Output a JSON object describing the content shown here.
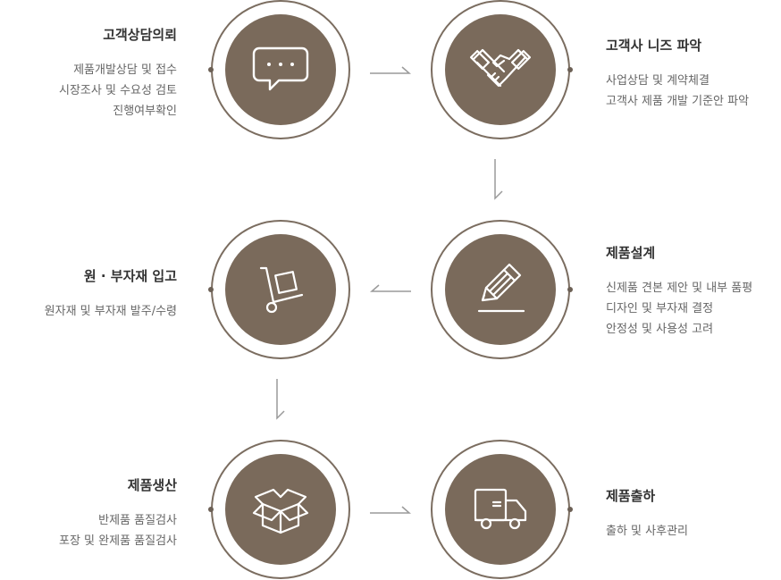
{
  "steps": [
    {
      "title": "고객상담의뢰",
      "lines": [
        "제품개발상담 및 접수",
        "시장조사 및 수요성 검토",
        "진행여부확인"
      ],
      "icon": "speech-bubble-icon"
    },
    {
      "title": "고객사 니즈 파악",
      "lines": [
        "사업상담 및 계약체결",
        "고객사 제품 개발 기준안 파악"
      ],
      "icon": "handshake-icon"
    },
    {
      "title": "제품설계",
      "lines": [
        "신제품 견본 제안 및 내부 품평",
        "디자인 및 부자재 결정",
        "안정성 및 사용성 고려"
      ],
      "icon": "pencil-icon"
    },
    {
      "title": "원 · 부자재 입고",
      "lines": [
        "원자재 및 부자재 발주/수령"
      ],
      "icon": "hand-truck-icon"
    },
    {
      "title": "제품생산",
      "lines": [
        "반제품 품질검사",
        "포장 및 완제품 품질검사"
      ],
      "icon": "open-box-icon"
    },
    {
      "title": "제품출하",
      "lines": [
        "출하 및 사후관리"
      ],
      "icon": "delivery-truck-icon"
    }
  ],
  "colors": {
    "disc": "#7a6a5b",
    "ring": "#7b6d60",
    "arrow": "#9a9a9a",
    "icon": "#ffffff"
  }
}
